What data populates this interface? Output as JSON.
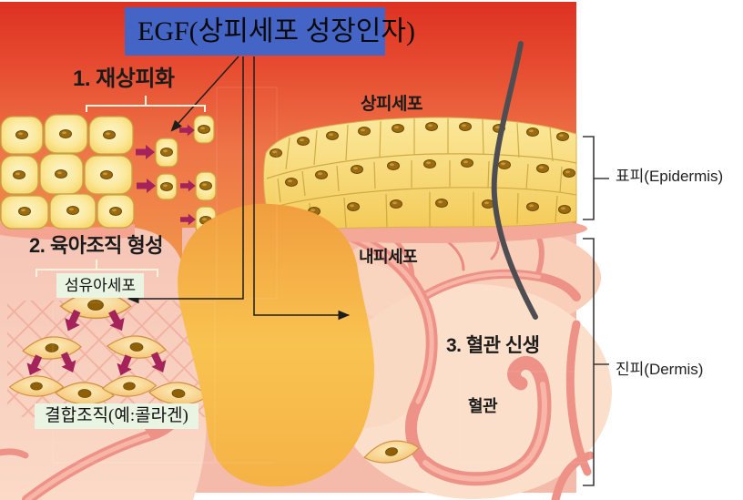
{
  "diagram": {
    "title": "EGF(상피세포 성장인자)",
    "steps": [
      {
        "label": "1. 재상피화"
      },
      {
        "label": "2. 육아조직 형성"
      },
      {
        "label": "3. 혈관 신생"
      }
    ],
    "tissue_labels": {
      "epithelial_cells": "상피세포",
      "endothelial_cells": "내피세포",
      "fibroblast": "섬유아세포",
      "blood_vessel": "혈관",
      "connective_tissue": "결합조직(예:콜라겐)"
    },
    "layer_labels": {
      "epidermis": "표피(Epidermis)",
      "dermis": "진피(Dermis)"
    },
    "colors": {
      "title_box_blue": "#4464c6",
      "background_top_red": "#e23a2a",
      "background_bottom_gold": "#f7bd49",
      "cell_yellow": "#f6d058",
      "cell_nucleus_brown": "#9c6a10",
      "migration_arrow_maroon": "#a3235a",
      "granulation_pink": "#f7cabb",
      "dermis_pink": "#f5bbaa",
      "vessel_pink": "#ee9287",
      "wound_yellow": "#f6b245",
      "label_box_green": "#eaf4e3",
      "hair_gray": "#4e4e52"
    }
  }
}
